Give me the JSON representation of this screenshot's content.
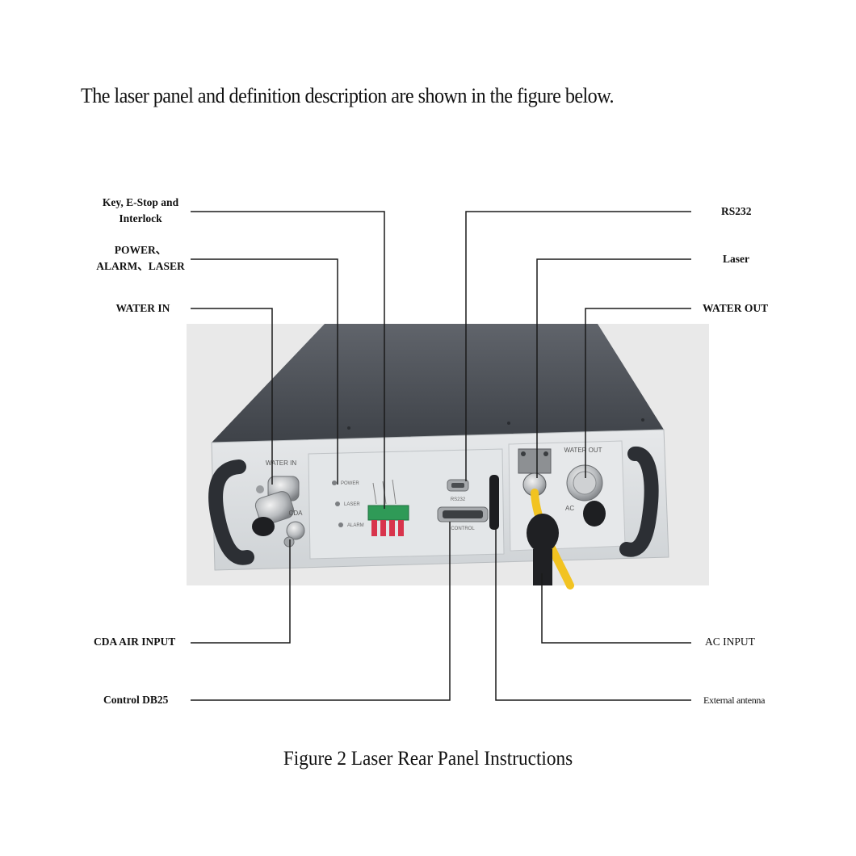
{
  "intro_text": "The laser panel and definition description are shown in the figure below.",
  "caption": "Figure 2 Laser Rear Panel Instructions",
  "labels": {
    "key_estop_line1": "Key, E-Stop and",
    "key_estop_line2": "Interlock",
    "power_line1": "POWER、",
    "power_line2": "ALARM、LASER",
    "water_in": "WATER IN",
    "cda_air_input": "CDA  AIR INPUT",
    "control_db25": "Control  DB25",
    "rs232": "RS232",
    "laser": "Laser",
    "water_out": "WATER OUT",
    "ac_input": "AC INPUT",
    "external_antenna": "External antenna"
  },
  "panel_markings": {
    "water_in": "WATER IN",
    "water_out": "WATER OUT",
    "cda": "CDA",
    "power": "POWER",
    "laser": "LASER",
    "alarm": "ALARM",
    "rs232": "RS232",
    "control": "CONTROL",
    "ac": "AC"
  },
  "colors": {
    "leader_line": "#1a1a1a",
    "chassis_top": "#4c5057",
    "chassis_panel": "#dcdfe1",
    "fiber_cable": "#f2c321",
    "terminal_block": "#2f9a57",
    "terminal_pins": "#d8344c"
  }
}
